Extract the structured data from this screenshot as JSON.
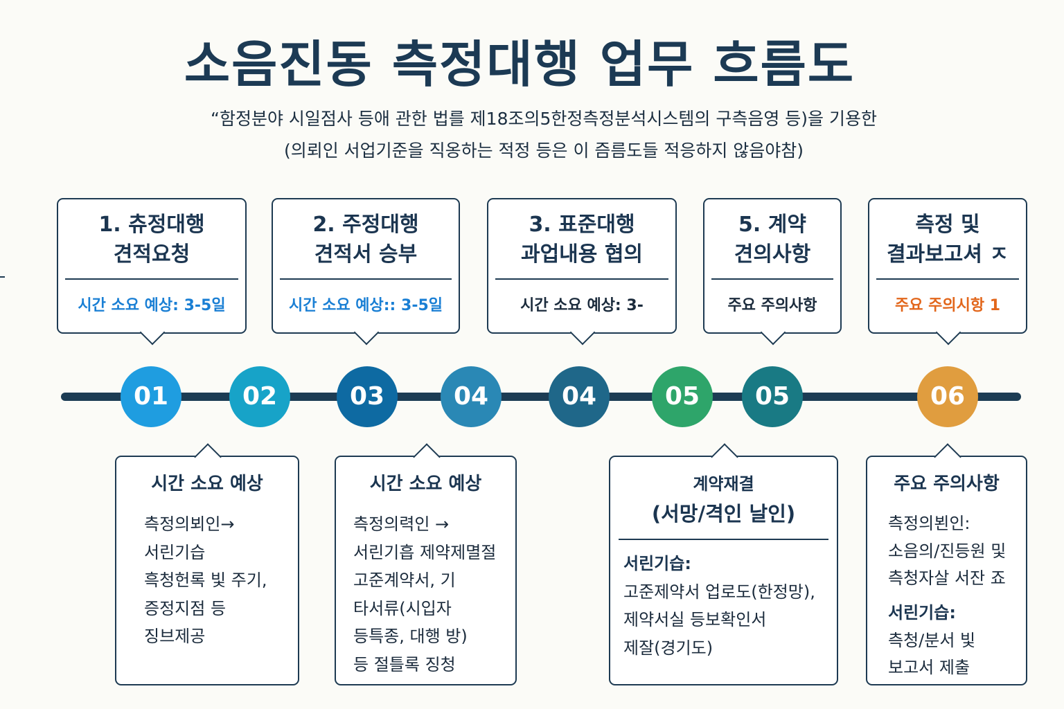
{
  "title": "소음진동 측정대행 업무 흐름도",
  "subtitle": {
    "line1": "“함정분야 시일점사 등애 관한 법를 제18조의5한정측정분석시스템의 구측음영 등)을 기용한",
    "line2": "(의뢰인 서업기준을 직옹하는 적정 등은 이 즘름도들 적응하지 않음야참)"
  },
  "top_steps": [
    {
      "title_line1": "1. 츄정대행",
      "title_line2": "견적요청",
      "note": "시간 소요 예상: 3-5일",
      "note_color": "#1a7fd4"
    },
    {
      "title_line1": "2. 주정대행",
      "title_line2": "견적서 승부",
      "note": "시간 소요 예상:: 3-5일",
      "note_color": "#1a7fd4"
    },
    {
      "title_line1": "3. 표준대행",
      "title_line2": "과업내용 협의",
      "note": "시간 소요 예상: 3-",
      "note_color": "#1b2b3c"
    },
    {
      "title_line1": "5. 계약",
      "title_line2": "견의사항",
      "note": "주요 주의사항",
      "note_color": "#1b2b3c"
    },
    {
      "title_line1": "측정 및",
      "title_line2": "결과보고셔 ㅈ",
      "note": "주요 주의시항 1",
      "note_color": "#e2661b"
    }
  ],
  "timeline": {
    "line_color": "#1c3c54",
    "nodes": [
      {
        "label": "01",
        "color": "#1f9de0"
      },
      {
        "label": "02",
        "color": "#17a3c8"
      },
      {
        "label": "03",
        "color": "#0e6aa2"
      },
      {
        "label": "04",
        "color": "#2a88b5"
      },
      {
        "label": "04",
        "color": "#1f6789"
      },
      {
        "label": "05",
        "color": "#2ea56a"
      },
      {
        "label": "05",
        "color": "#197a84"
      },
      {
        "label": "06",
        "color": "#e09d3f"
      }
    ]
  },
  "bottom_cards": [
    {
      "heading": "시간 소요 예상",
      "lines": [
        "측정의뵈인→",
        "서린기습",
        "흑청헌록 빛 주기,",
        "증정지점 등",
        "징브제공"
      ]
    },
    {
      "heading": "시간 소요 예상",
      "lines": [
        "측정의력인 →",
        "서린기흡 제약제멸절",
        "고준계약서, 기",
        "타서류(시입자",
        "등특종, 대행 방)",
        "등 절틀록 징청"
      ]
    },
    {
      "heading": "계약재결",
      "heading2": "(서망/격인 날인)",
      "subheading": "서린기습:",
      "lines": [
        "고준제약서 업로도(한정망),",
        "제약서실 등보확인서",
        "제잘(경기도)"
      ]
    },
    {
      "heading": "주요 주의사항",
      "lines": [
        "측정의뵌인:",
        "소음의/진등원 및",
        "측청자살 서잔 죠"
      ],
      "subheading": "서린기습:",
      "lines2": [
        "측청/분서 빛",
        "보고서 제출"
      ]
    }
  ]
}
